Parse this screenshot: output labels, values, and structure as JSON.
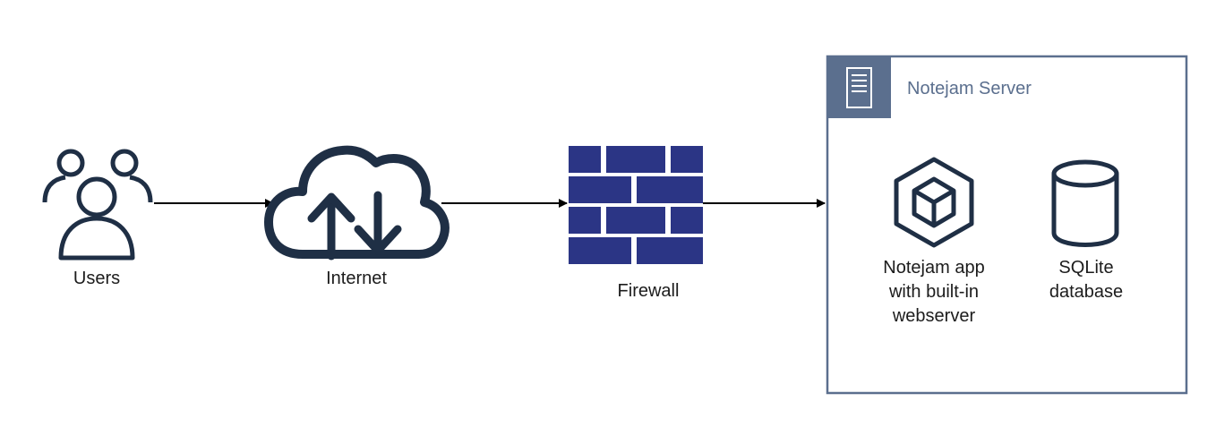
{
  "nodes": {
    "users": {
      "label": "Users",
      "icon": "users-icon"
    },
    "internet": {
      "label": "Internet",
      "icon": "cloud-upload-download-icon"
    },
    "firewall": {
      "label": "Firewall",
      "icon": "brick-wall-icon"
    },
    "app": {
      "label_lines": [
        "Notejam app",
        "with built-in",
        "webserver"
      ],
      "icon": "cube-icon"
    },
    "database": {
      "label_lines": [
        "SQLite",
        "database"
      ],
      "icon": "cylinder-database-icon"
    }
  },
  "server_group": {
    "title": "Notejam Server",
    "icon": "server-icon"
  },
  "edges": [
    {
      "from": "users",
      "to": "internet"
    },
    {
      "from": "internet",
      "to": "firewall"
    },
    {
      "from": "firewall",
      "to": "server_group"
    }
  ],
  "colors": {
    "icon_dark": "#1f2f45",
    "firewall_blue": "#2b3585",
    "server_header": "#5b6f8e",
    "group_border": "#5b6f8e",
    "arrow": "#000000"
  }
}
